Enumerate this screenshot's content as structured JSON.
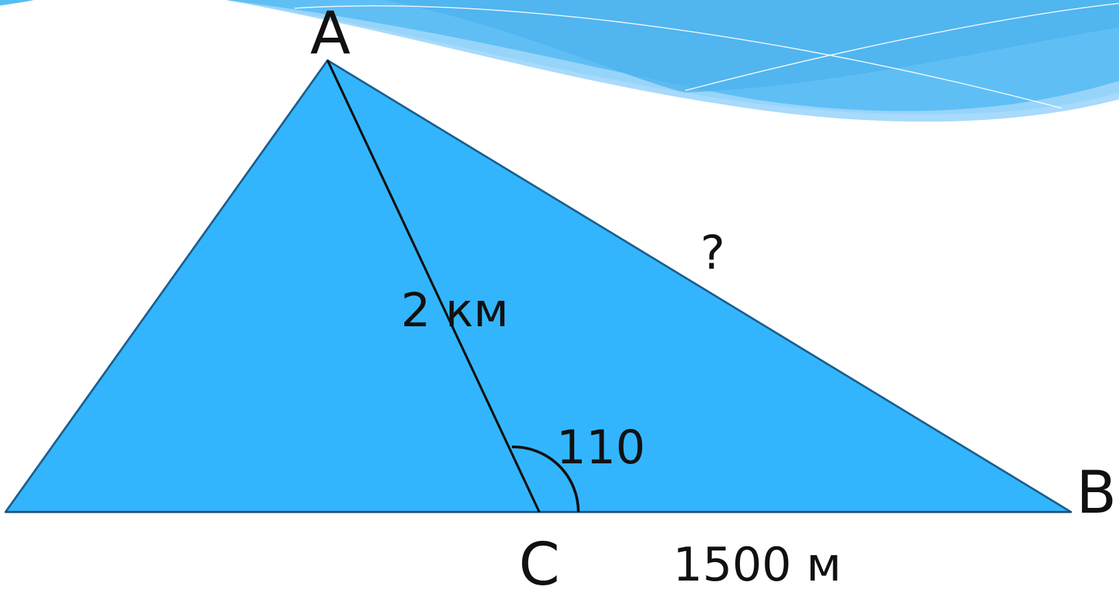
{
  "diagram": {
    "vertices": {
      "a": "A",
      "b": "B",
      "c": "C"
    },
    "side_ac": "2 км",
    "side_cb": "1500 м",
    "side_ab": "?",
    "angle_c": "110"
  },
  "colors": {
    "triangle_fill": "#33b5fd",
    "triangle_stroke": "#1b5f8e",
    "line": "#111111",
    "swoosh_dark": "#56bcf4",
    "swoosh_light": "#9dd6fb",
    "background": "#ffffff"
  }
}
